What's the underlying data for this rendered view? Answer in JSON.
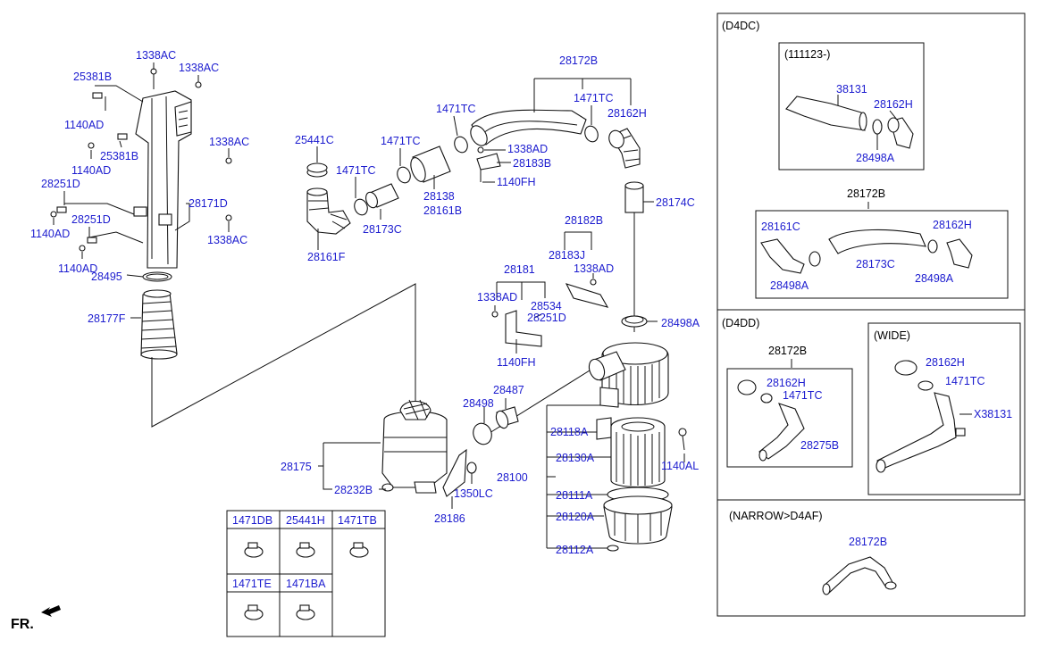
{
  "labels": {
    "l1338AC_a": "1338AC",
    "l1338AC_b": "1338AC",
    "l25381B_a": "25381B",
    "l1140AD_a": "1140AD",
    "l25381B_b": "25381B",
    "l1140AD_b": "1140AD",
    "l1338AC_c": "1338AC",
    "l28251D_a": "28251D",
    "l28171D": "28171D",
    "l1140AD_c": "1140AD",
    "l28251D_b": "28251D",
    "l1338AC_d": "1338AC",
    "l1140AD_d": "1140AD",
    "l28495": "28495",
    "l28177F": "28177F",
    "l25441C": "25441C",
    "l1471TC_a": "1471TC",
    "l28161F": "28161F",
    "l28173C": "28173C",
    "l1471TC_b": "1471TC",
    "l28138": "28138",
    "l28161B": "28161B",
    "l1471TC_c": "1471TC",
    "l1338AD_a": "1338AD",
    "l28183B": "28183B",
    "l1140FH_a": "1140FH",
    "l28172B": "28172B",
    "l1471TC_d": "1471TC",
    "l28162H": "28162H",
    "l28174C": "28174C",
    "l28182B": "28182B",
    "l28183J": "28183J",
    "l1338AD_b": "1338AD",
    "l28181": "28181",
    "l1338AD_c": "1338AD",
    "l28534": "28534",
    "l28251D_c": "28251D",
    "l1140FH_b": "1140FH",
    "l28498A": "28498A",
    "l28487": "28487",
    "l28498": "28498",
    "l28118A": "28118A",
    "l1140AL": "1140AL",
    "l28130A": "28130A",
    "l28100": "28100",
    "l28111A": "28111A",
    "l28120A": "28120A",
    "l28112A": "28112A",
    "l28175": "28175",
    "l28232B": "28232B",
    "l1350LC": "1350LC",
    "l28186": "28186"
  },
  "clip_table": {
    "row1": [
      "1471DB",
      "25441H",
      "1471TB"
    ],
    "row2": [
      "1471TE",
      "1471BA"
    ]
  },
  "panel_d4dc": {
    "header": "(D4DC)",
    "sub_header": "(111123-)",
    "sub_labels": {
      "a": "38131",
      "b": "28162H",
      "c": "28498A"
    },
    "group": {
      "title": "28172B",
      "a": "28161C",
      "b": "28162H",
      "c": "28173C",
      "d": "28498A",
      "e": "28498A"
    }
  },
  "panel_d4dd": {
    "header": "(D4DD)",
    "left": {
      "title": "28172B",
      "a": "28162H",
      "b": "1471TC",
      "c": "28275B"
    },
    "wide": {
      "header": "(WIDE)",
      "a": "28162H",
      "b": "1471TC",
      "c": "X38131"
    }
  },
  "panel_narrow": {
    "header": "(NARROW>D4AF)",
    "label": "28172B"
  },
  "fr_label": "FR."
}
